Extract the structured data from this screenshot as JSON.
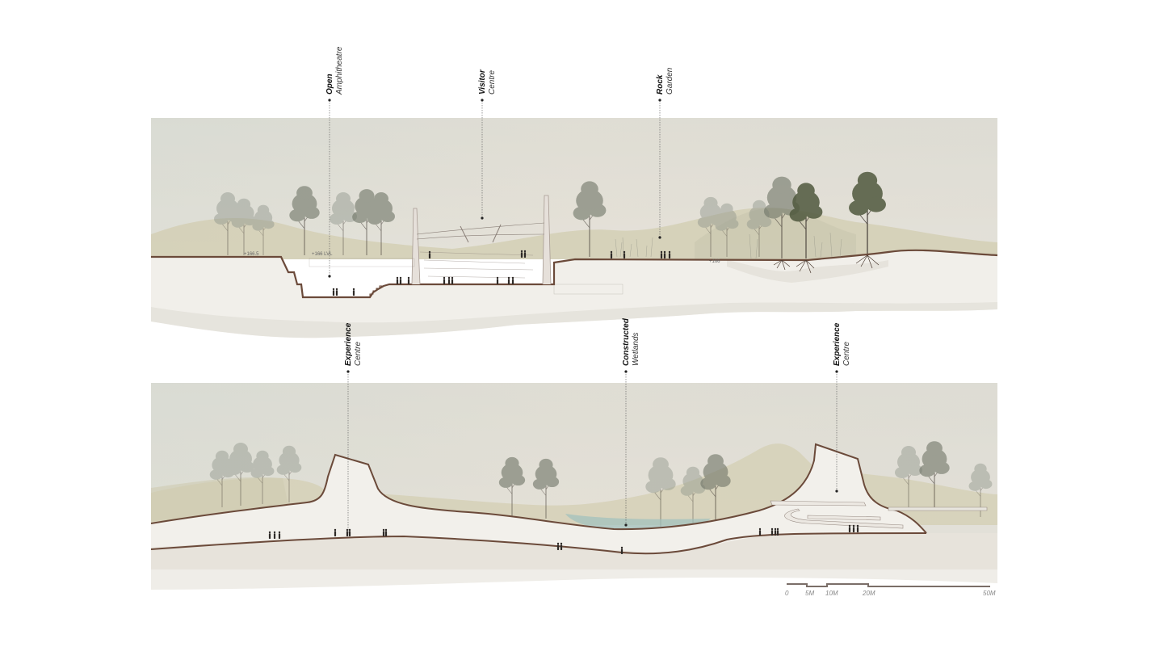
{
  "sections": [
    {
      "id": "upper",
      "callouts": [
        {
          "bold": "Open",
          "light": "Amphitheatre"
        },
        {
          "bold": "Visitor",
          "light": "Centre"
        },
        {
          "bold": "Rock",
          "light": "Garden"
        }
      ],
      "elevation_labels": [
        "+166.5",
        "+166 LVL",
        "+166"
      ]
    },
    {
      "id": "lower",
      "callouts": [
        {
          "bold": "Experience",
          "light": "Centre"
        },
        {
          "bold": "Constructed",
          "light": "Wetlands"
        },
        {
          "bold": "Experience",
          "light": "Centre"
        }
      ]
    }
  ],
  "scale_bar": {
    "labels": [
      "0",
      "5M",
      "10M",
      "20M",
      "50M"
    ],
    "color": "#7a6e68"
  },
  "colors": {
    "ground_line": "#6b4a3a",
    "sky": "#dcdcd2",
    "hills": "#d2cdb0",
    "section_fill": "#f3f1ec",
    "water": "#9fc1bd"
  }
}
